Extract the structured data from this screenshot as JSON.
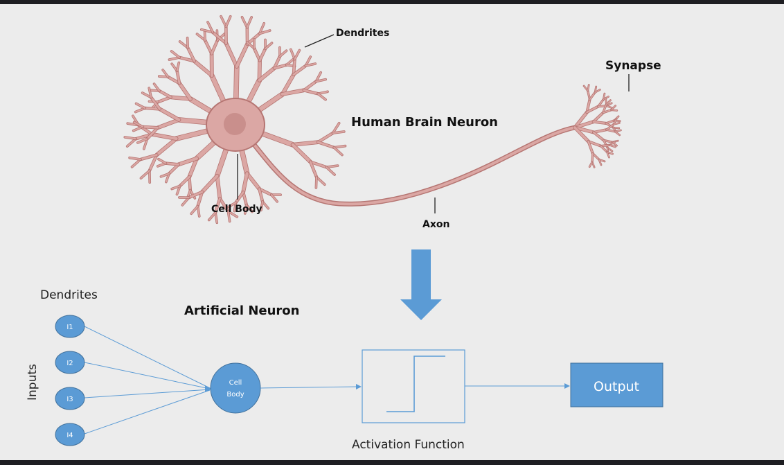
{
  "colors": {
    "background": "#ececec",
    "frame": "#1e1e22",
    "neuron_fill": "#dba7a4",
    "neuron_stroke": "#b57572",
    "nucleus": "#c98f8c",
    "accent_blue": "#5b9bd5",
    "accent_blue_dark": "#41719c",
    "line_blue": "#5b9bd5",
    "leader": "#222222"
  },
  "biological": {
    "title": "Human Brain Neuron",
    "dendrites_label": "Dendrites",
    "cell_body_label": "Cell Body",
    "axon_label": "Axon",
    "synapse_label": "Synapse"
  },
  "arrow_icon": "down-arrow-icon",
  "artificial": {
    "title": "Artificial Neuron",
    "dendrites_label": "Dendrites",
    "inputs_label": "Inputs",
    "inputs": [
      "I1",
      "I2",
      "I3",
      "I4"
    ],
    "cell_body_line1": "Cell",
    "cell_body_line2": "Body",
    "activation_label": "Activation Function",
    "output_label": "Output"
  }
}
